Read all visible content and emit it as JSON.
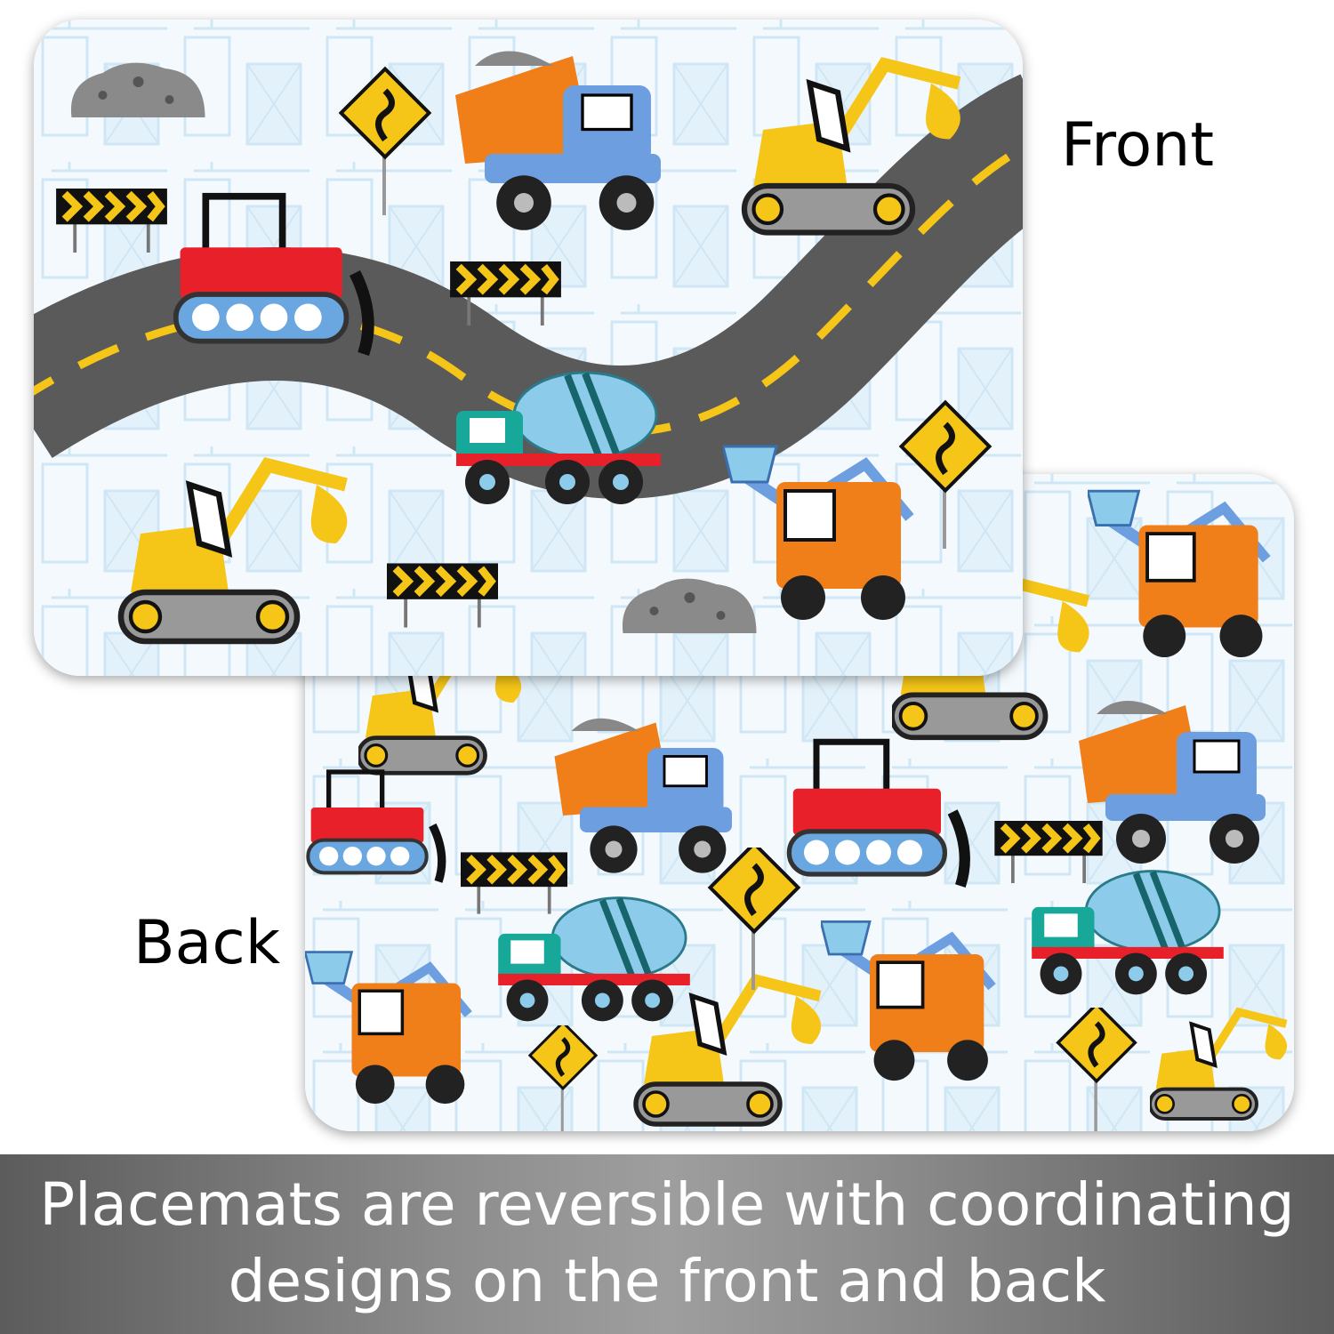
{
  "labels": {
    "front": "Front",
    "back": "Back"
  },
  "banner": {
    "line1": "Placemats are reversible with coordinating",
    "line2": "designs on the front and back"
  },
  "colors": {
    "road": "#5a5a5a",
    "dash": "#f5c518",
    "pattern": "#cfe6f5",
    "banner_edge": "#5c5c5c",
    "banner_center": "#9e9e9e"
  }
}
